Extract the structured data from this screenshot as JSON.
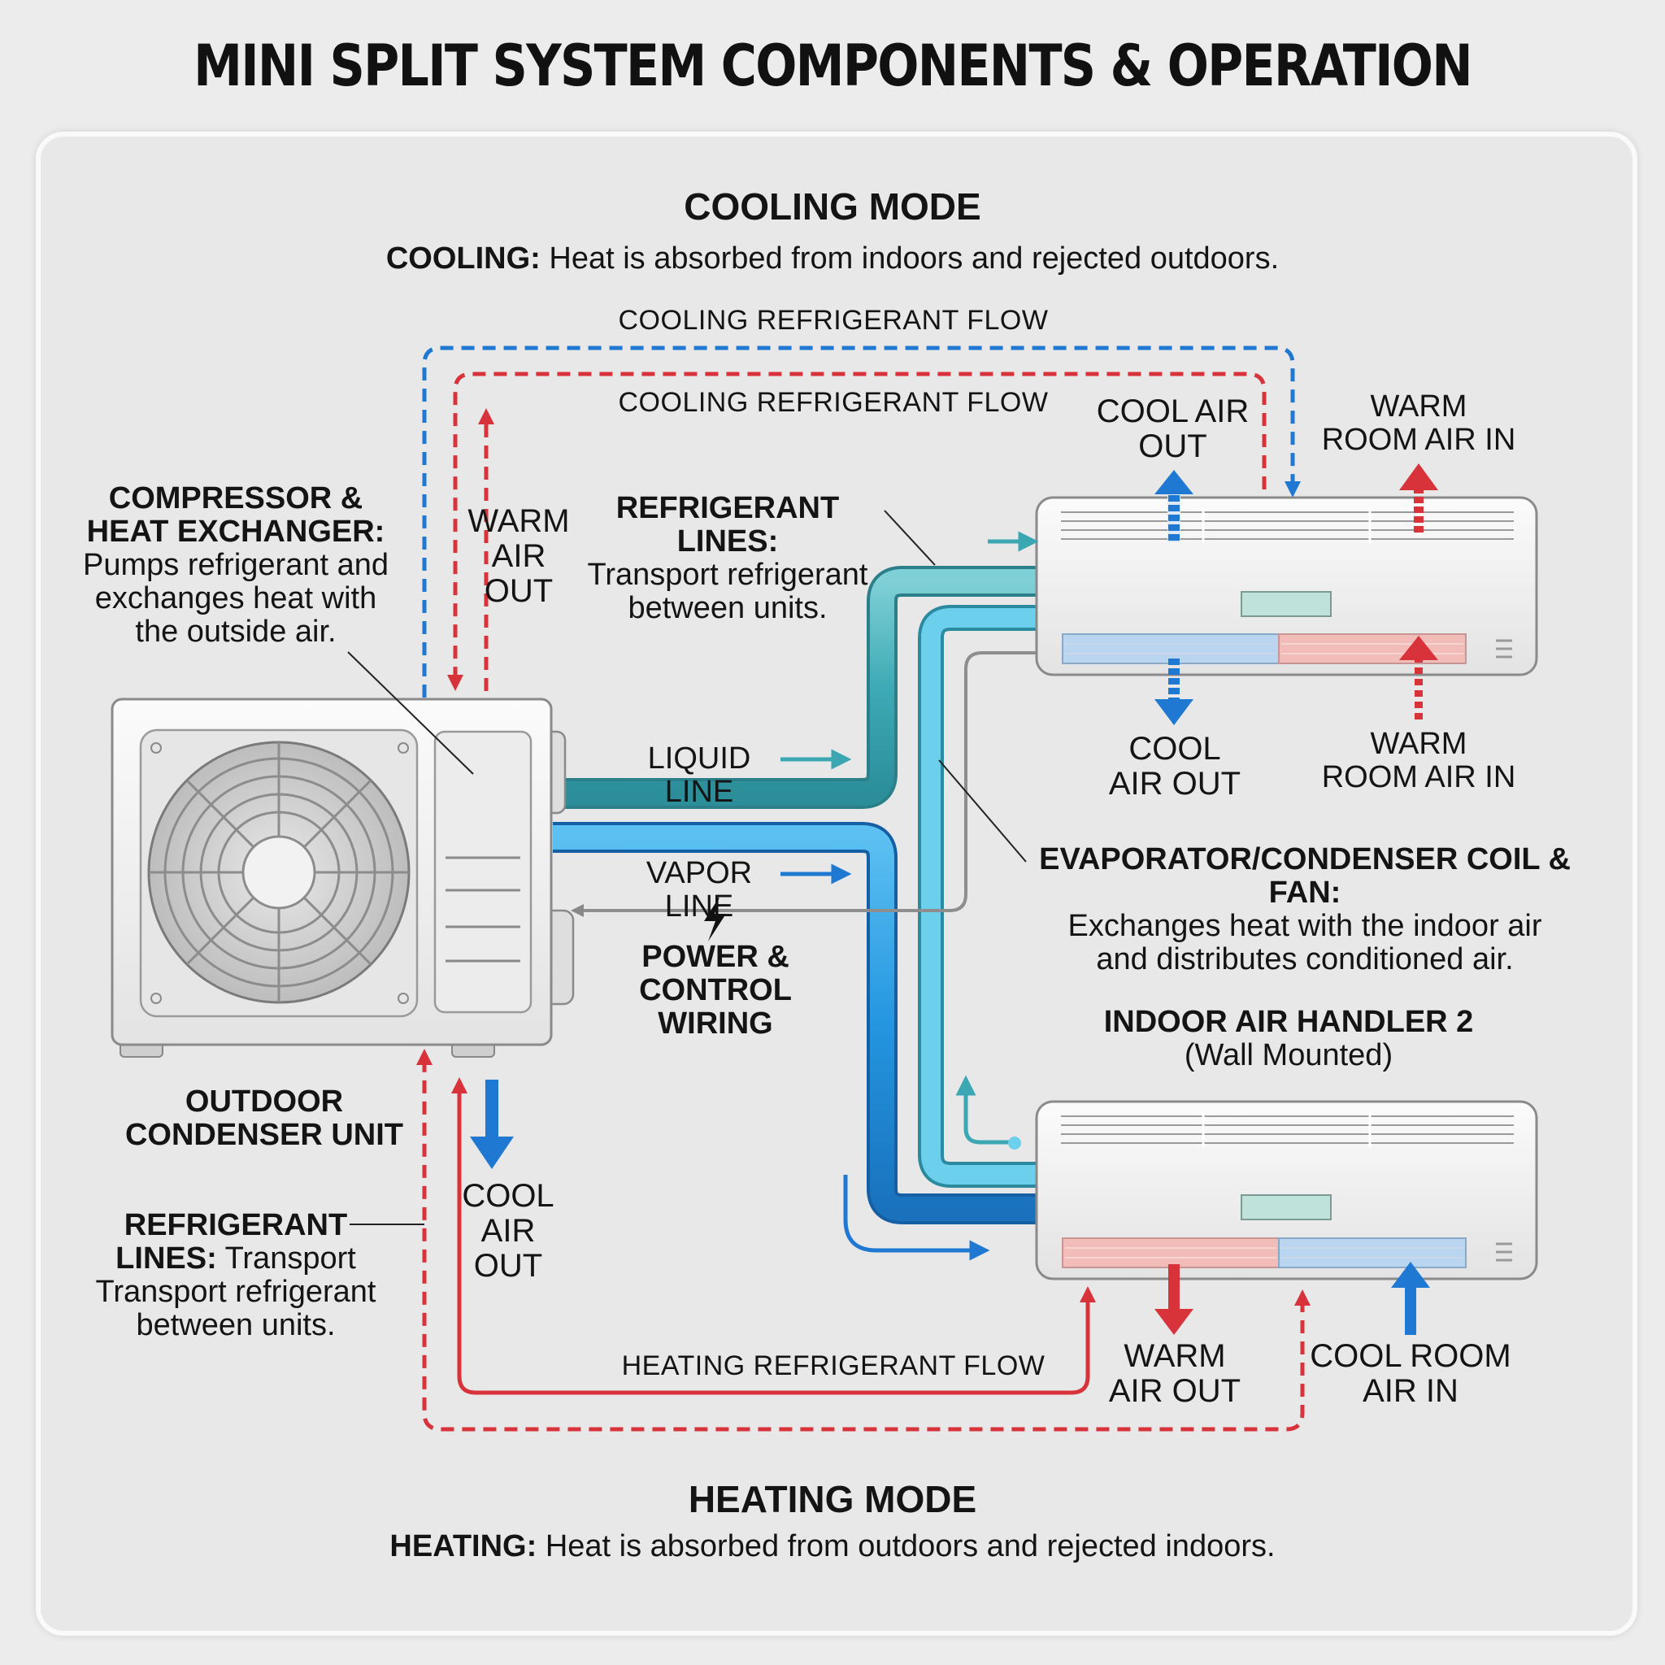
{
  "title": "MINI SPLIT SYSTEM COMPONENTS & OPERATION",
  "cooling": {
    "heading": "COOLING MODE",
    "lead": "COOLING:",
    "text": " Heat is absorbed from indoors and rejected outdoors."
  },
  "heating": {
    "heading": "HEATING MODE",
    "lead": "HEATING:",
    "text": " Heat is absorbed from outdoors and rejected indoors."
  },
  "flows": {
    "cooling_top": "COOLING REFRIGERANT FLOW",
    "cooling_inner": "COOLING REFRIGERANT FLOW",
    "heating": "HEATING REFRIGERANT FLOW"
  },
  "outdoor": {
    "warm_air_out": [
      "WARM",
      "AIR",
      "OUT"
    ],
    "cool_air_out": [
      "COOL",
      "AIR",
      "OUT"
    ],
    "unit_label": [
      "OUTDOOR",
      "CONDENSER UNIT"
    ]
  },
  "compressor": {
    "title": [
      "COMPRESSOR &",
      "HEAT EXCHANGER:"
    ],
    "desc": [
      "Pumps refrigerant and",
      "exchanges heat with",
      "the outside air."
    ]
  },
  "ref_lines_top": {
    "title": "REFRIGERANT LINES:",
    "desc": [
      "Transport refrigerant",
      "between units."
    ]
  },
  "ref_lines_left": {
    "title1": "REFRIGERANT",
    "title2": "LINES:",
    "desc_inline": " Transport",
    "desc": [
      "Transport refrigerant",
      "between units."
    ]
  },
  "lines": {
    "liquid": "LIQUID LINE",
    "vapor": "VAPOR LINE",
    "power": [
      "POWER &",
      "CONTROL",
      "WIRING"
    ]
  },
  "indoor1": {
    "cool_air_out_top": [
      "COOL AIR",
      "OUT"
    ],
    "warm_room_air_in_top": [
      "WARM",
      "ROOM AIR IN"
    ],
    "cool_air_out_bottom": [
      "COOL",
      "AIR OUT"
    ],
    "warm_room_air_in_bottom": [
      "WARM",
      "ROOM AIR IN"
    ]
  },
  "evaporator": {
    "title": "EVAPORATOR/CONDENSER COIL & FAN:",
    "desc": [
      "Exchanges heat with the indoor air",
      "and distributes conditioned air."
    ]
  },
  "indoor2": {
    "title": "INDOOR AIR HANDLER 2",
    "subtitle": "(Wall Mounted)",
    "warm_air_out": [
      "WARM",
      "AIR OUT"
    ],
    "cool_room_air_in": [
      "COOL ROOM",
      "AIR IN"
    ]
  },
  "colors": {
    "red": "#d8333a",
    "blue": "#1f78d1",
    "teal": "#3aa7b3",
    "liquid_pipe": "#56b9c2",
    "vapor_pipe": "#2a9be3"
  }
}
